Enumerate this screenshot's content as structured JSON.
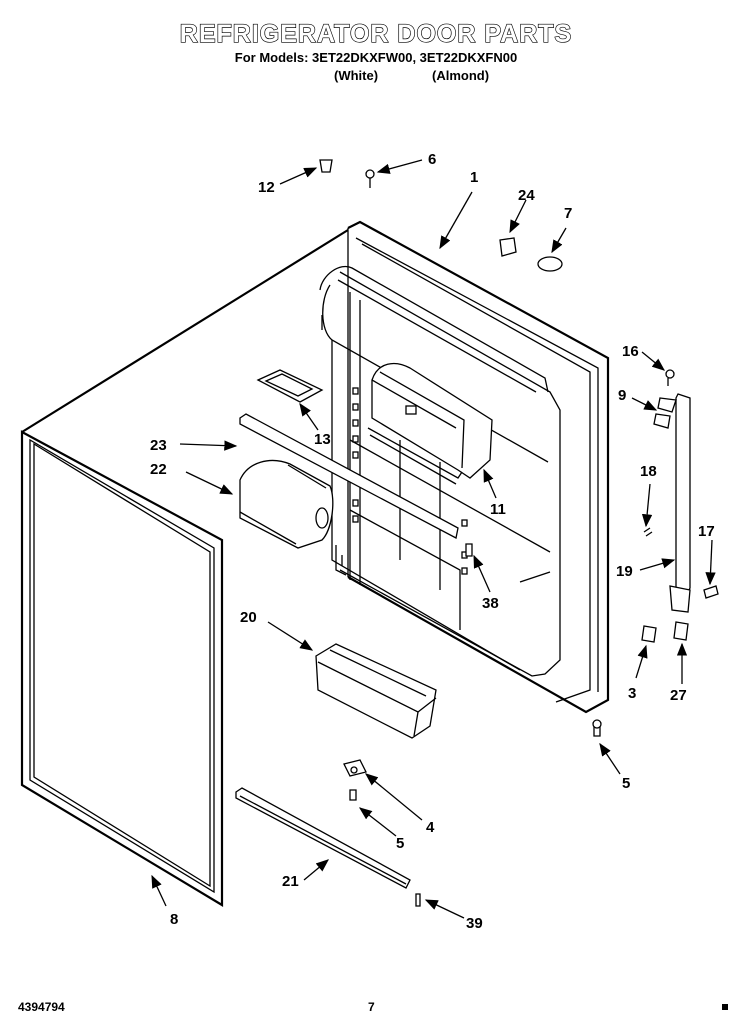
{
  "header": {
    "title": "REFRIGERATOR DOOR PARTS",
    "models_line": "For Models: 3ET22DKXFW00, 3ET22DKXFN00",
    "variant_white": "(White)",
    "variant_almond": "(Almond)"
  },
  "footer": {
    "doc_number": "4394794",
    "page_number": "7"
  },
  "callouts": {
    "c1": "1",
    "c3": "3",
    "c4": "4",
    "c5a": "5",
    "c5b": "5",
    "c6": "6",
    "c7": "7",
    "c8": "8",
    "c9": "9",
    "c11": "11",
    "c12": "12",
    "c13": "13",
    "c16": "16",
    "c17": "17",
    "c18": "18",
    "c19": "19",
    "c20": "20",
    "c21": "21",
    "c22": "22",
    "c23": "23",
    "c24": "24",
    "c27": "27",
    "c38": "38",
    "c39": "39"
  }
}
